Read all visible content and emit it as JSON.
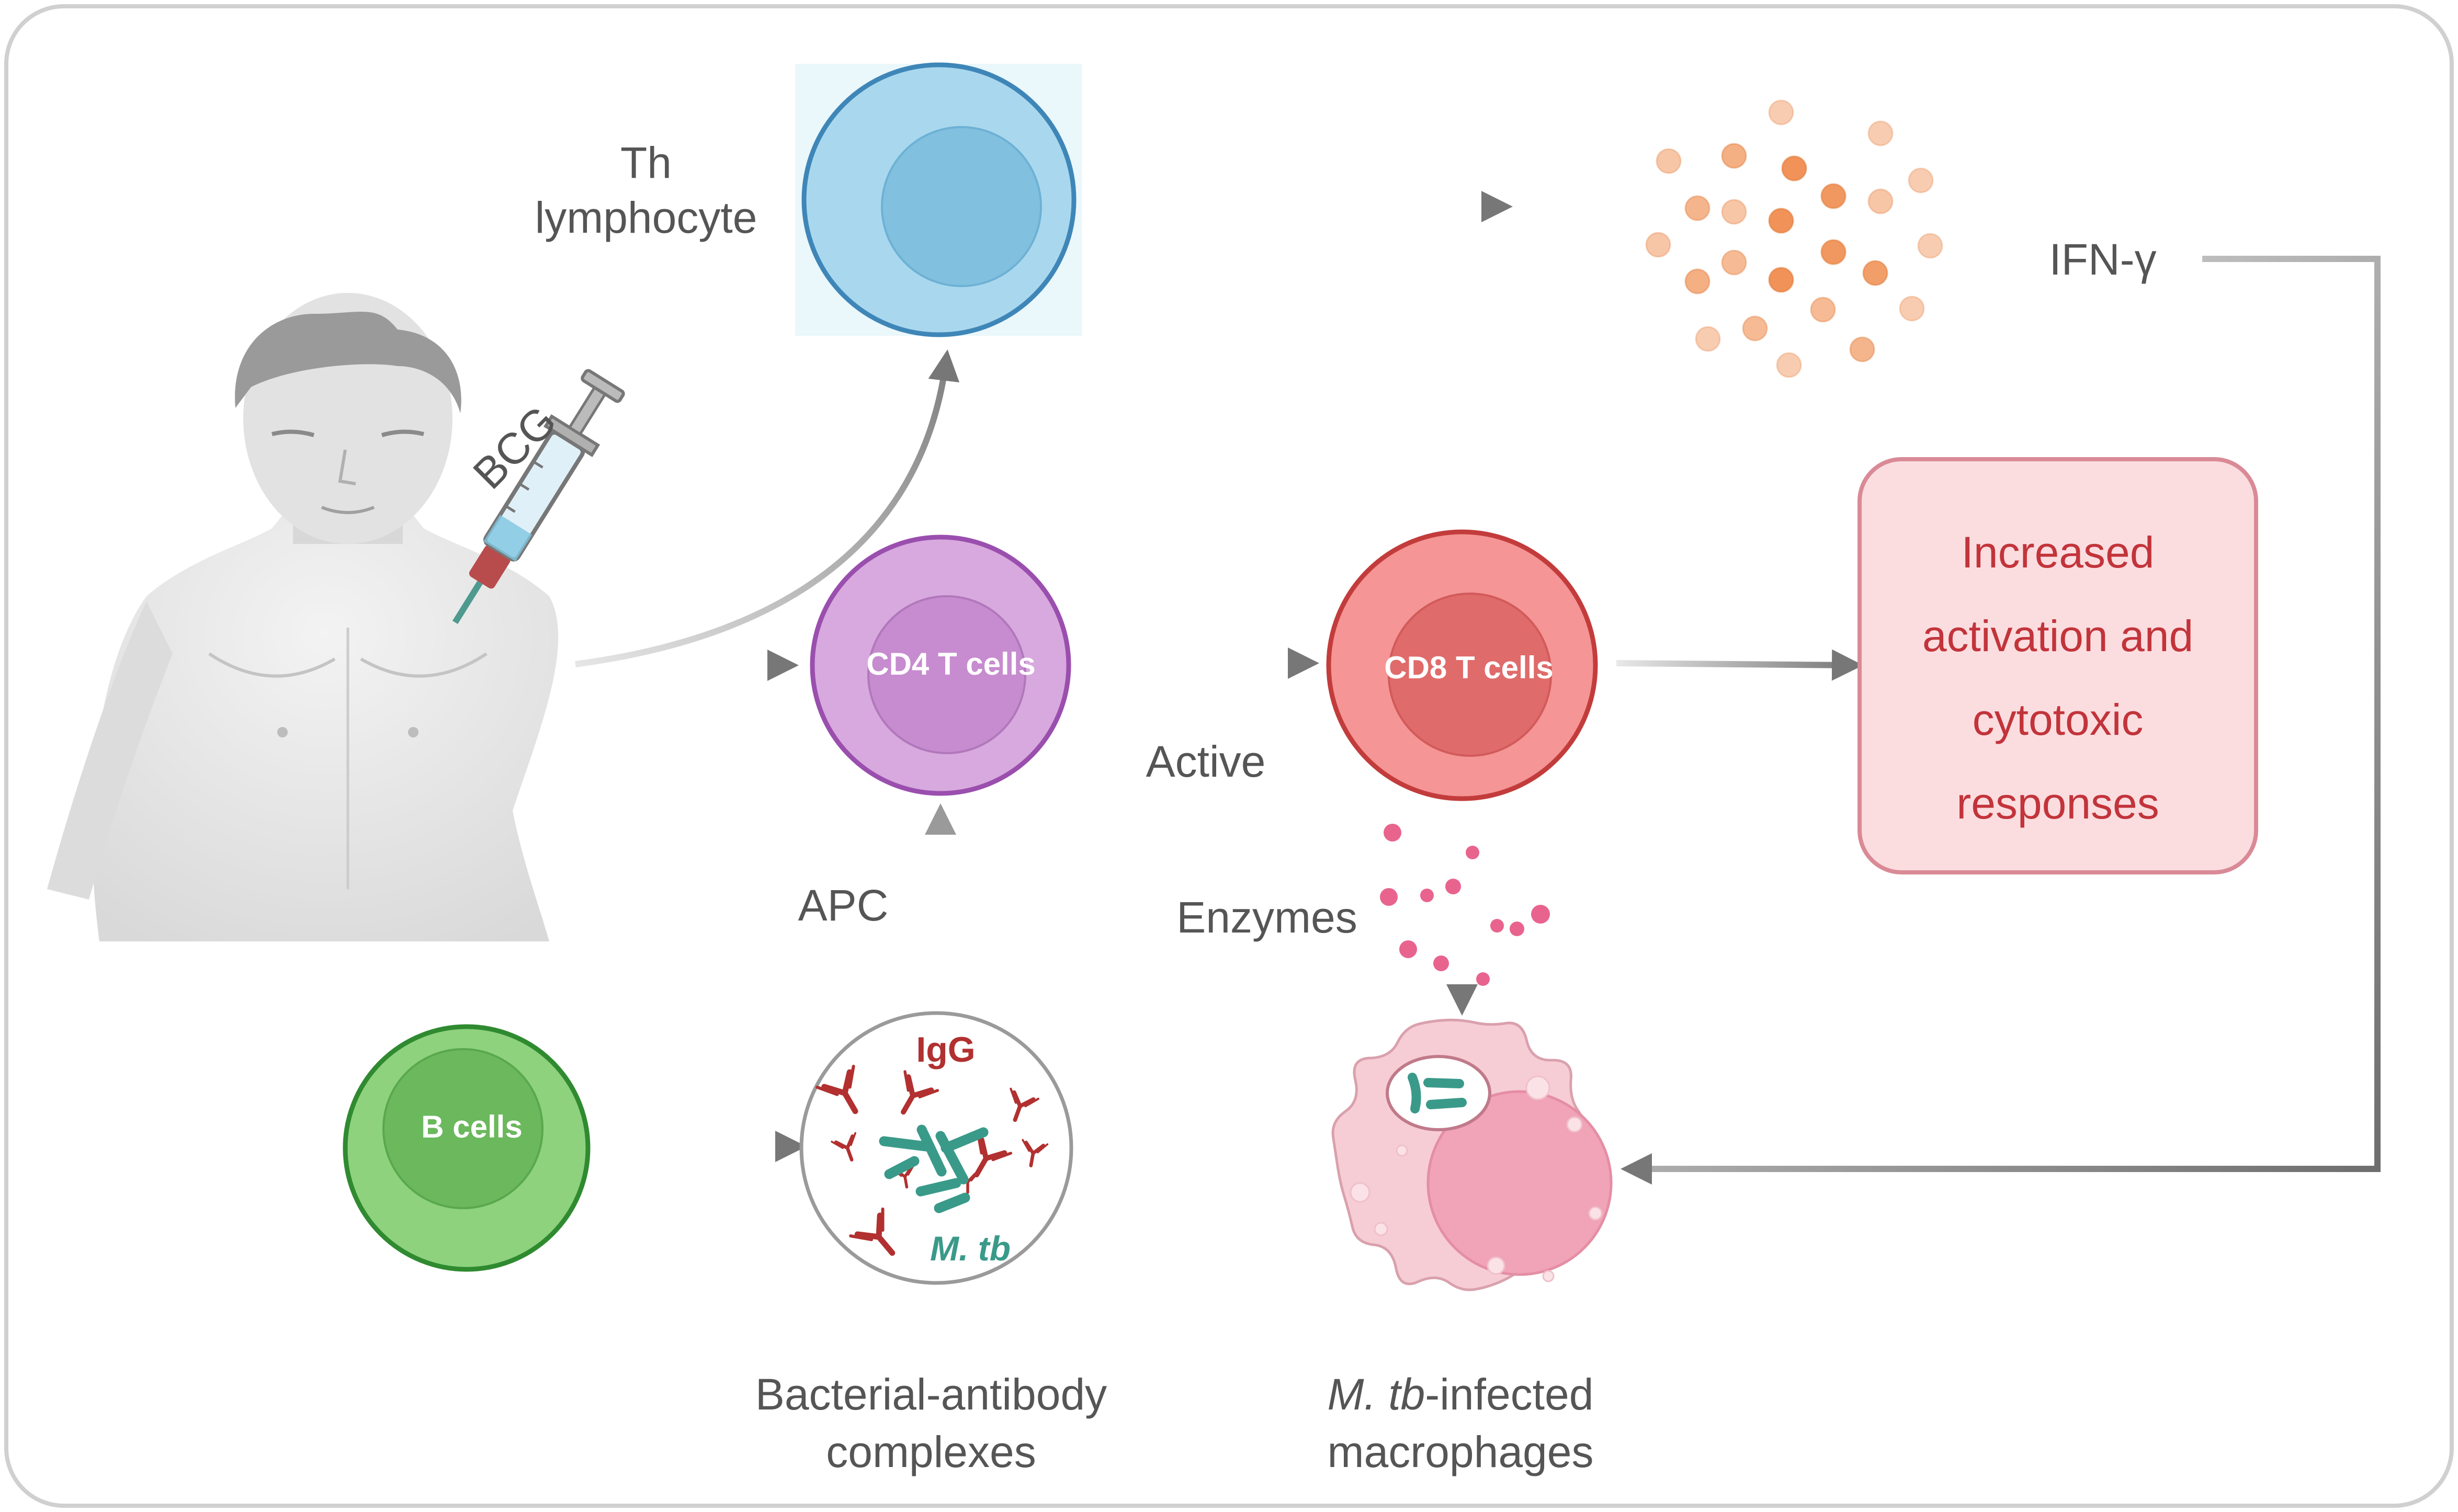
{
  "labels": {
    "th_line1": "Th",
    "th_line2": "lymphocyte",
    "ifn": "IFN-γ",
    "bcg": "BCG",
    "cd4": "CD4 T cells",
    "cd8": "CD8 T cells",
    "active": "Active",
    "apc": "APC",
    "enzymes": "Enzymes",
    "b_cells": "B cells",
    "igg": "IgG",
    "mtb": "M. tb",
    "complex_line1": "Bacterial-antibody",
    "complex_line2": "complexes",
    "macro_line1_italic": "M. tb",
    "macro_line1_rest": "-infected",
    "macro_line2": "macrophages",
    "response_line1": "Increased",
    "response_line2": "activation and",
    "response_line3": "cytotoxic",
    "response_line4": "responses"
  },
  "colors": {
    "th_fill": "#a9d8ee",
    "th_stroke": "#3f86b8",
    "cd4_fill": "#d8a9de",
    "cd4_stroke": "#9a4fae",
    "cd8_fill": "#f59595",
    "cd8_stroke": "#c33c3c",
    "b_fill": "#8ed27e",
    "b_stroke": "#2f8a30",
    "response_fill": "#fbdde0",
    "response_stroke": "#d98a96",
    "response_text": "#c2343a",
    "macro_fill": "#f7cdd5",
    "macro_nucleus": "#f1a3b8",
    "arrow": "#7a7a7a",
    "bacteria": "#3a9a8a",
    "antibody": "#b23030",
    "ifn_dot": "#f4a46f",
    "enzyme_dot": "#e8648e"
  }
}
